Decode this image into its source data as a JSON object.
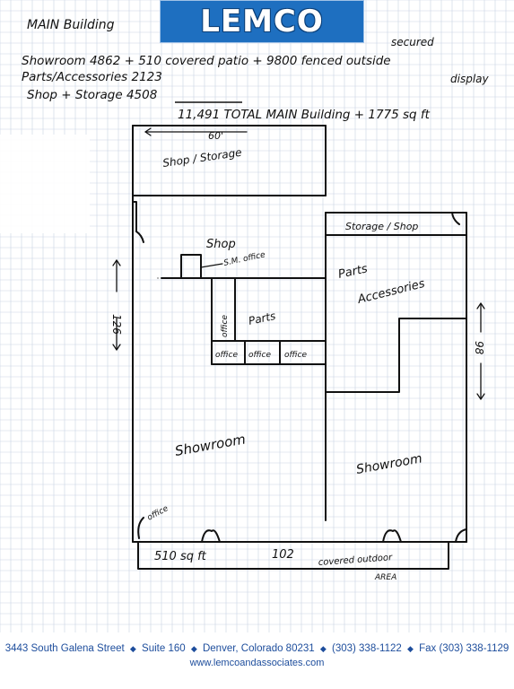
{
  "logo": {
    "text": "LEMCO"
  },
  "header_notes": {
    "title": "MAIN Building",
    "line1": "Showroom  4862  + 510 covered patio + 9800 fenced outside",
    "secured": "secured",
    "display": "display",
    "line2": "Parts/Accessories  2123",
    "line3": "Shop + Storage    4508",
    "total": "11,491 TOTAL MAIN Building + 1775 sq ft"
  },
  "plan": {
    "width_label": "60'",
    "shop_storage": "Shop / Storage",
    "storage_shop": "Storage / Shop",
    "shop": "Shop",
    "sm_office": "S.M. office",
    "parts": "Parts",
    "parts_accessories_1": "Parts",
    "parts_accessories_2": "Accessories",
    "office_vertical": "office",
    "offices": [
      "office",
      "office",
      "office"
    ],
    "depth_left": "126",
    "depth_right": "98",
    "showroom_left": "Showroom",
    "showroom_right": "Showroom",
    "office_corner": "office",
    "patio_area": "510 sq ft",
    "patio_length": "102",
    "covered_area_1": "covered outdoor",
    "covered_area_2": "AREA"
  },
  "footer": {
    "street": "3443 South Galena Street",
    "suite": "Suite 160",
    "city": "Denver, Colorado 80231",
    "phone": "(303) 338-1122",
    "fax": "Fax (303) 338-1129",
    "website": "www.lemcoandassociates.com"
  },
  "colors": {
    "logo_bg": "#1e6fc0",
    "footer_text": "#1d4d9c",
    "grid": "#c9d3e3"
  }
}
